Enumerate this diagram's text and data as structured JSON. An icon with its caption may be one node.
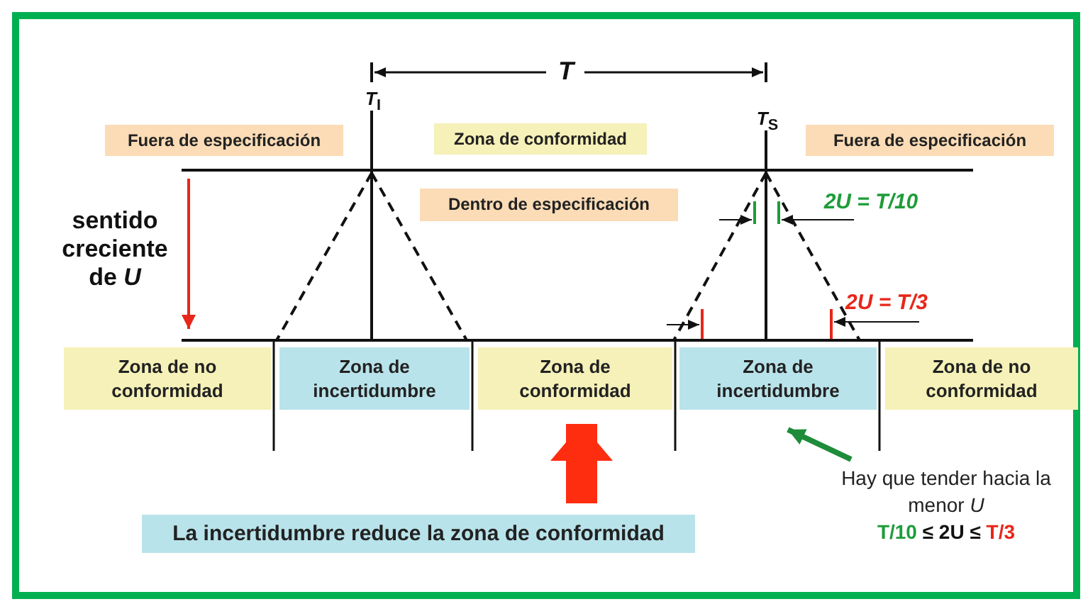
{
  "diagram": {
    "nodes": [
      {
        "text": [
          "Fuera de especificación"
        ]
      },
      {
        "text": [
          "Zona de conformidad"
        ]
      },
      {
        "text": [
          "Fuera de especificación"
        ]
      },
      {
        "text": [
          "Dentro de especificación"
        ]
      },
      {
        "text": [
          "Zona de no conformidad"
        ]
      },
      {
        "text": [
          "Zona de incertidumbre"
        ]
      },
      {
        "text": [
          "Zona de conformidad"
        ]
      },
      {
        "text": [
          "Zona de incertidumbre"
        ]
      },
      {
        "text": [
          "Zona de no conformidad"
        ]
      },
      {
        "text": [
          "La incertidumbre reduce la zona de conformidad"
        ]
      },
      {
        "text": [
          "Hay que tender hacia la menor *U*",
          "T/10",
          "≤ 2U ≤",
          "T/3"
        ]
      }
    ],
    "edges": [
      {
        "from": 9,
        "to": 6,
        "arrow": "to",
        "style": "thick",
        "color": "#ff2d10"
      },
      {
        "from": 10,
        "to": 7,
        "arrow": "to",
        "color": "#1e8c3a"
      }
    ],
    "labels": [
      "*T*",
      "*T*$_{I}$",
      "*T*$_{S}$",
      "sentido creciente de *U*",
      "2U = T/10",
      "2U = T/3"
    ]
  }
}
